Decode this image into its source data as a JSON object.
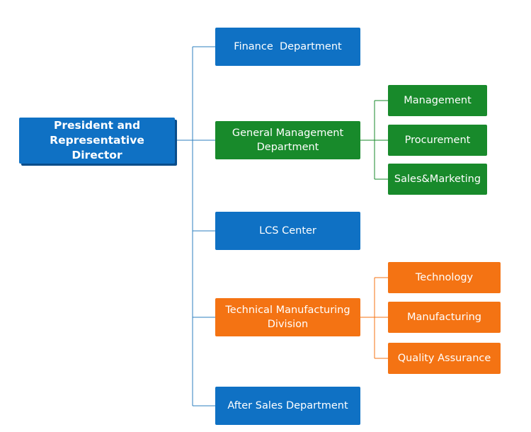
{
  "root": {
    "label": "President and Representative Director"
  },
  "departments": [
    {
      "id": "finance",
      "label": "Finance  Department",
      "color": "#0f71c4"
    },
    {
      "id": "general",
      "label": "General Management Department",
      "color": "#188a2b",
      "children": [
        "Management",
        "Procurement",
        "Sales&Marketing"
      ]
    },
    {
      "id": "lcs",
      "label": "LCS Center",
      "color": "#0f71c4"
    },
    {
      "id": "technical",
      "label": "Technical Manufacturing Division",
      "color": "#f47313",
      "children": [
        "Technology",
        "Manufacturing",
        "Quality Assurance"
      ]
    },
    {
      "id": "aftersales",
      "label": "After Sales Department",
      "color": "#0f71c4"
    }
  ],
  "colors": {
    "blue": "#0f71c4",
    "green": "#188a2b",
    "orange": "#f47313",
    "connector": "#2c7fbf"
  }
}
